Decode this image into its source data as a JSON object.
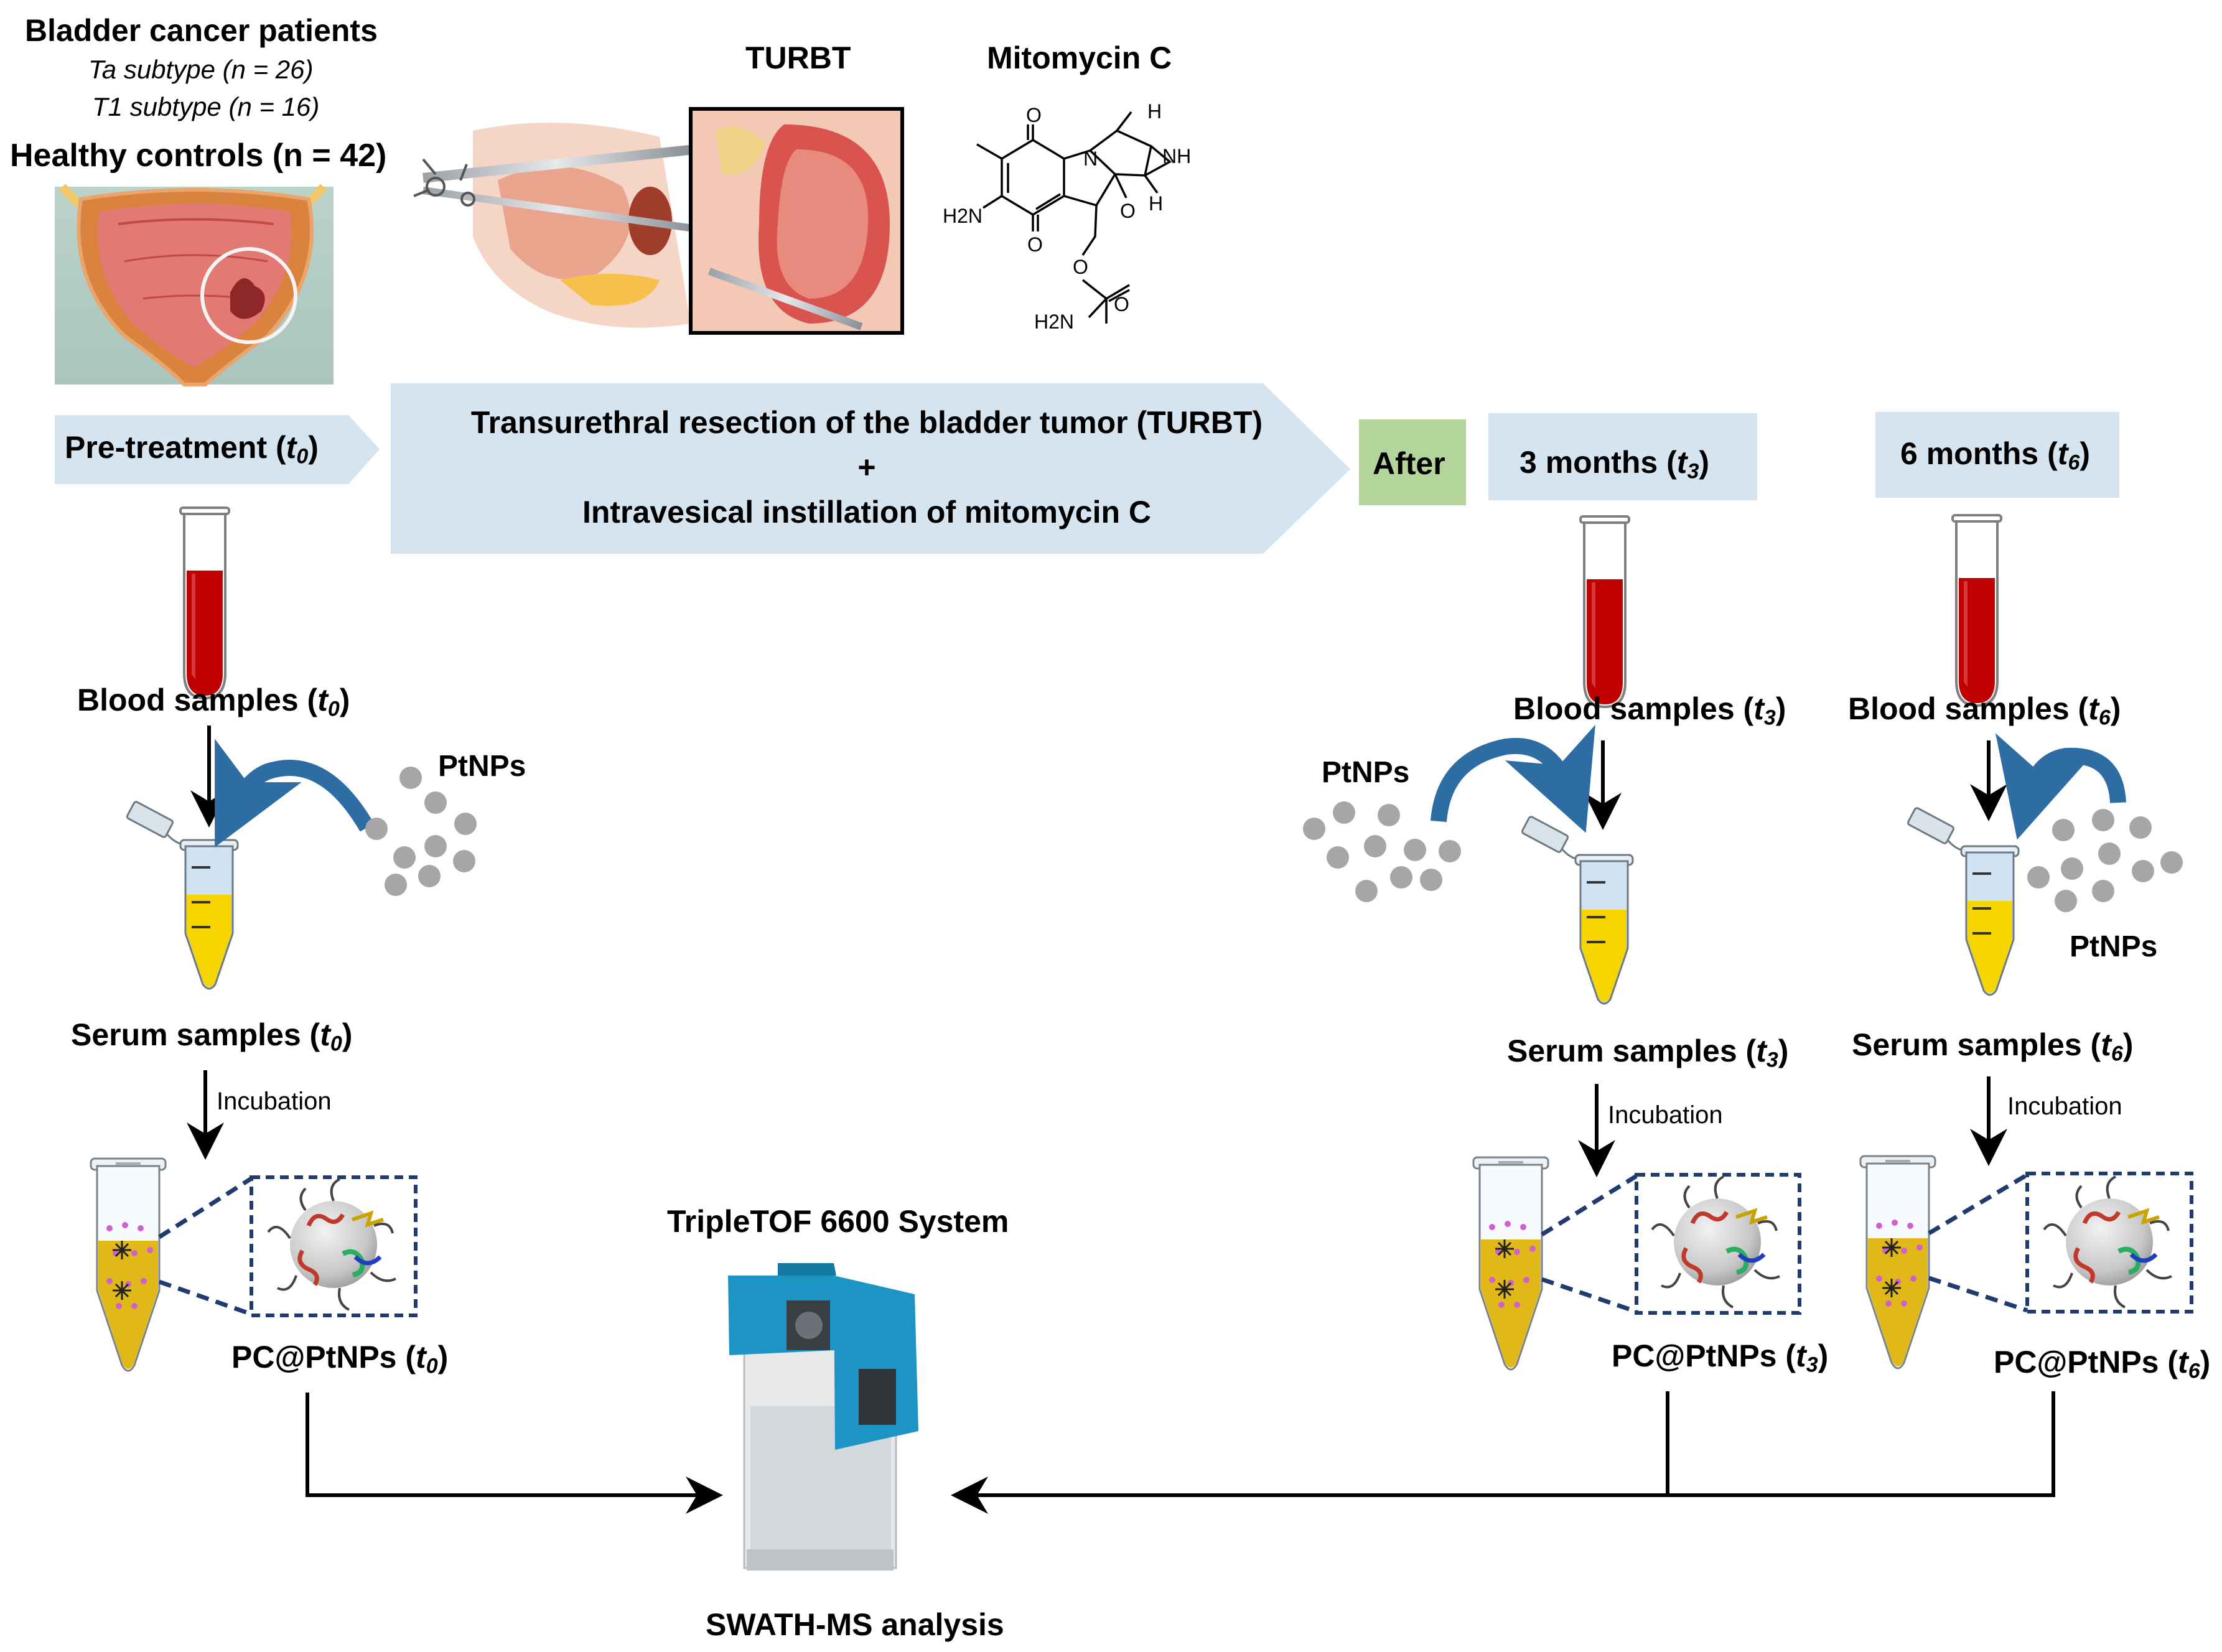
{
  "header": {
    "bladder_cancer_patients": "Bladder cancer patients",
    "ta_subtype": "Ta subtype (n = 26)",
    "t1_subtype": "T1 subtype (n = 16)",
    "healthy_controls": "Healthy controls (n = 42)",
    "turbt_label": "TURBT",
    "mitomycin_label": "Mitomycin C"
  },
  "molecule": {
    "o_top": "O",
    "o_bottom": "O",
    "h2n_left": "H2N",
    "n_ring": "N",
    "h_top": "H",
    "nh": "NH",
    "h_bottom": "H",
    "o_methoxy": "O",
    "o_carbamate": "O",
    "o_carbonyl": "O",
    "h2n_bottom": "H2N"
  },
  "timeline": {
    "pre_treatment": "Pre-treatment",
    "t0": "t0",
    "treatment_line1": "Transurethral resection of the bladder tumor (TURBT)",
    "treatment_plus": "+",
    "treatment_line2": "Intravesical instillation of mitomycin C",
    "after": "After",
    "three_months": "3 months",
    "t3": "t3",
    "six_months": "6 months",
    "t6": "t6"
  },
  "samples": {
    "blood": "Blood samples",
    "serum": "Serum samples",
    "ptnps": "PtNPs",
    "incubation": "Incubation",
    "pc_ptnps": "PC@PtNPs"
  },
  "analysis": {
    "instrument": "TripleTOF 6600 System",
    "method": "SWATH-MS analysis"
  },
  "colors": {
    "timeline_fill": "#d6e4ef",
    "after_fill": "#b3d49b",
    "blood_red": "#c00000",
    "serum_yellow": "#f5d400",
    "arrow_blue": "#2e6da4",
    "np_gray": "#a6a6a6",
    "dash_navy": "#1f3b6f",
    "instrument_blue": "#1c95c4"
  }
}
